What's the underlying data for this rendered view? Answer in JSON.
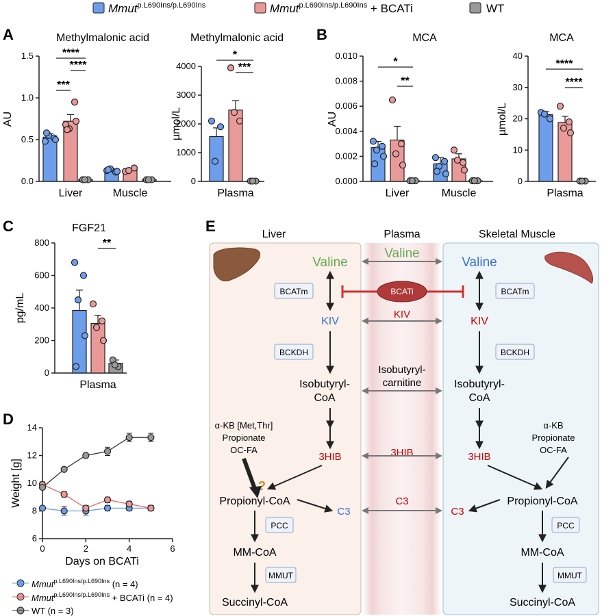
{
  "colors": {
    "mut": "#6d9eeb",
    "bcat": "#ea9999",
    "wt": "#999999",
    "blueText": "#3a6fd8",
    "redText": "#cc0000",
    "greenText": "#6aa84f",
    "liverBg": "#fbf1ea",
    "muscleBg": "#eef5f9",
    "bcati": "#b03a3a",
    "inhibit": "#d32f2f"
  },
  "legend": {
    "mut": {
      "main": "Mmut",
      "sup": "p.L690Ins/p.L690Ins",
      "suffix": ""
    },
    "bcat": {
      "main": "Mmut",
      "sup": "p.L690Ins/p.L690Ins",
      "suffix": " + BCATi"
    },
    "wt": {
      "label": "WT"
    }
  },
  "panels": {
    "A": "A",
    "B": "B",
    "C": "C",
    "D": "D",
    "E": "E"
  },
  "sig": {
    "s1": "*",
    "s2": "**",
    "s3": "***",
    "s4": "****"
  },
  "chart_data": [
    {
      "id": "A1",
      "type": "bar",
      "title": "Methylmalonic acid",
      "ylabel": "AU",
      "ylim": [
        0,
        1.5
      ],
      "yticks": [
        "0.0",
        "0.5",
        "1.0",
        "1.5"
      ],
      "categories": [
        "Liver",
        "Muscle"
      ],
      "series": [
        {
          "values": [
            0.53,
            0.13
          ],
          "err": [
            0.04,
            0.02
          ]
        },
        {
          "values": [
            0.72,
            0.14
          ],
          "err": [
            0.08,
            0.02
          ]
        },
        {
          "values": [
            0.02,
            0.02
          ],
          "err": [
            0,
            0
          ]
        }
      ]
    },
    {
      "id": "A2",
      "type": "bar",
      "title": "Methylmalonic acid",
      "ylabel": "µmol/L",
      "ylim": [
        0,
        4000
      ],
      "yticks": [
        "0",
        "1000",
        "2000",
        "3000",
        "4000"
      ],
      "categories": [
        "Plasma"
      ],
      "series": [
        {
          "values": [
            1560
          ],
          "err": [
            300
          ]
        },
        {
          "values": [
            2480
          ],
          "err": [
            330
          ]
        },
        {
          "values": [
            10
          ],
          "err": [
            0
          ]
        }
      ]
    },
    {
      "id": "B1",
      "type": "bar",
      "title": "MCA",
      "ylabel": "AU",
      "ylim": [
        0,
        0.01
      ],
      "yticks": [
        "0.000",
        "0.002",
        "0.004",
        "0.006",
        "0.008",
        "0.010"
      ],
      "categories": [
        "Liver",
        "Muscle"
      ],
      "series": [
        {
          "values": [
            0.0027,
            0.0014
          ],
          "err": [
            0.0005,
            0.0005
          ]
        },
        {
          "values": [
            0.0033,
            0.0018
          ],
          "err": [
            0.0011,
            0.0004
          ]
        },
        {
          "values": [
            5e-05,
            5e-05
          ],
          "err": [
            0,
            0
          ]
        }
      ]
    },
    {
      "id": "B2",
      "type": "bar",
      "title": "MCA",
      "ylabel": "µmol/L",
      "ylim": [
        0,
        40
      ],
      "yticks": [
        "0",
        "10",
        "20",
        "30",
        "40"
      ],
      "categories": [
        "Plasma"
      ],
      "series": [
        {
          "values": [
            21.3
          ],
          "err": [
            1
          ]
        },
        {
          "values": [
            18.8
          ],
          "err": [
            2
          ]
        },
        {
          "values": [
            0.1
          ],
          "err": [
            0
          ]
        }
      ]
    },
    {
      "id": "C",
      "type": "bar",
      "title": "FGF21",
      "ylabel": "pg/mL",
      "ylim": [
        0,
        800
      ],
      "yticks": [
        "0",
        "200",
        "400",
        "600",
        "800"
      ],
      "categories": [
        "Plasma"
      ],
      "series": [
        {
          "values": [
            385
          ],
          "err": [
            125
          ]
        },
        {
          "values": [
            305
          ],
          "err": [
            50
          ]
        },
        {
          "values": [
            60
          ],
          "err": [
            20
          ]
        }
      ]
    },
    {
      "id": "D",
      "type": "line",
      "xlabel": "Days on BCATi",
      "ylabel": "Weight [g]",
      "xlim": [
        0,
        6
      ],
      "ylim": [
        6,
        14
      ],
      "xticks": [
        "0",
        "2",
        "4",
        "6"
      ],
      "yticks": [
        "6",
        "8",
        "10",
        "12",
        "14"
      ],
      "series": [
        {
          "name": "Mmut p.L690Ins/p.L690Ins (n = 4)",
          "x": [
            0,
            1,
            2,
            3,
            4,
            5
          ],
          "y": [
            8.2,
            8.0,
            8.0,
            8.2,
            8.2,
            8.2
          ]
        },
        {
          "name": "Mmut p.L690Ins/p.L690Ins + BCATi (n = 4)",
          "x": [
            0,
            1,
            2,
            3,
            4,
            5
          ],
          "y": [
            9.9,
            9.2,
            8.2,
            8.8,
            8.5,
            8.2
          ]
        },
        {
          "name": "WT (n = 3)",
          "x": [
            0,
            1,
            2,
            3,
            4,
            5
          ],
          "y": [
            9.7,
            11.0,
            12.0,
            12.3,
            13.3,
            13.3
          ]
        }
      ]
    }
  ],
  "d_legend": {
    "l1": {
      "main": "Mmut",
      "sup": "p.L690Ins/p.L690Ins",
      "n": " (n = 4)"
    },
    "l2": {
      "main": "Mmut",
      "sup": "p.L690Ins/p.L690Ins",
      "mid": " + BCATi",
      "n": " (n = 4)"
    },
    "l3": {
      "main": "WT",
      "n": " (n = 3)"
    }
  },
  "pathway": {
    "headers": {
      "liver": "Liver",
      "plasma": "Plasma",
      "muscle": "Skeletal Muscle"
    },
    "valine": "Valine",
    "kiv": "KIV",
    "bcatm": "BCATm",
    "bckdh": "BCKDH",
    "bcati": "BCATi",
    "isobutyryl": "Isobutyryl-",
    "coa": "CoA",
    "carnitine1": "Isobutyryl-",
    "carnitine2": "carnitine",
    "hib": "3HIB",
    "liver_src": [
      "α-KB [Met,Thr]",
      "Propionate",
      "OC-FA"
    ],
    "muscle_src": [
      "α-KB",
      "Propionate",
      "OC-FA"
    ],
    "question": "?",
    "propionyl": "Propionyl-CoA",
    "c3": "C3",
    "pcc": "PCC",
    "mmcoa": "MM-CoA",
    "mmut": "MMUT",
    "succinyl": "Succinyl-CoA"
  }
}
